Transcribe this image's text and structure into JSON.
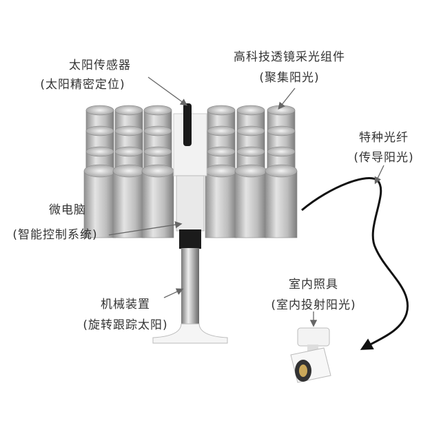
{
  "labels": {
    "sun_sensor": {
      "title": "太阳传感器",
      "sub": "(太阳精密定位)"
    },
    "lens_module": {
      "title": "高科技透镜采光组件",
      "sub": "(聚集阳光)"
    },
    "optical_fiber": {
      "title": "特种光纤",
      "sub": "(传导阳光)"
    },
    "microcomputer": {
      "title": "微电脑",
      "sub": "(智能控制系统)"
    },
    "mechanism": {
      "title": "机械装置",
      "sub": "(旋转跟踪太阳)"
    },
    "indoor_lamp": {
      "title": "室内照具",
      "sub": "(室内投射阳光)"
    }
  },
  "colors": {
    "text": "#333333",
    "arrow": "#666666",
    "fiber": "#111111",
    "cylinder": "#b8b8b8"
  }
}
